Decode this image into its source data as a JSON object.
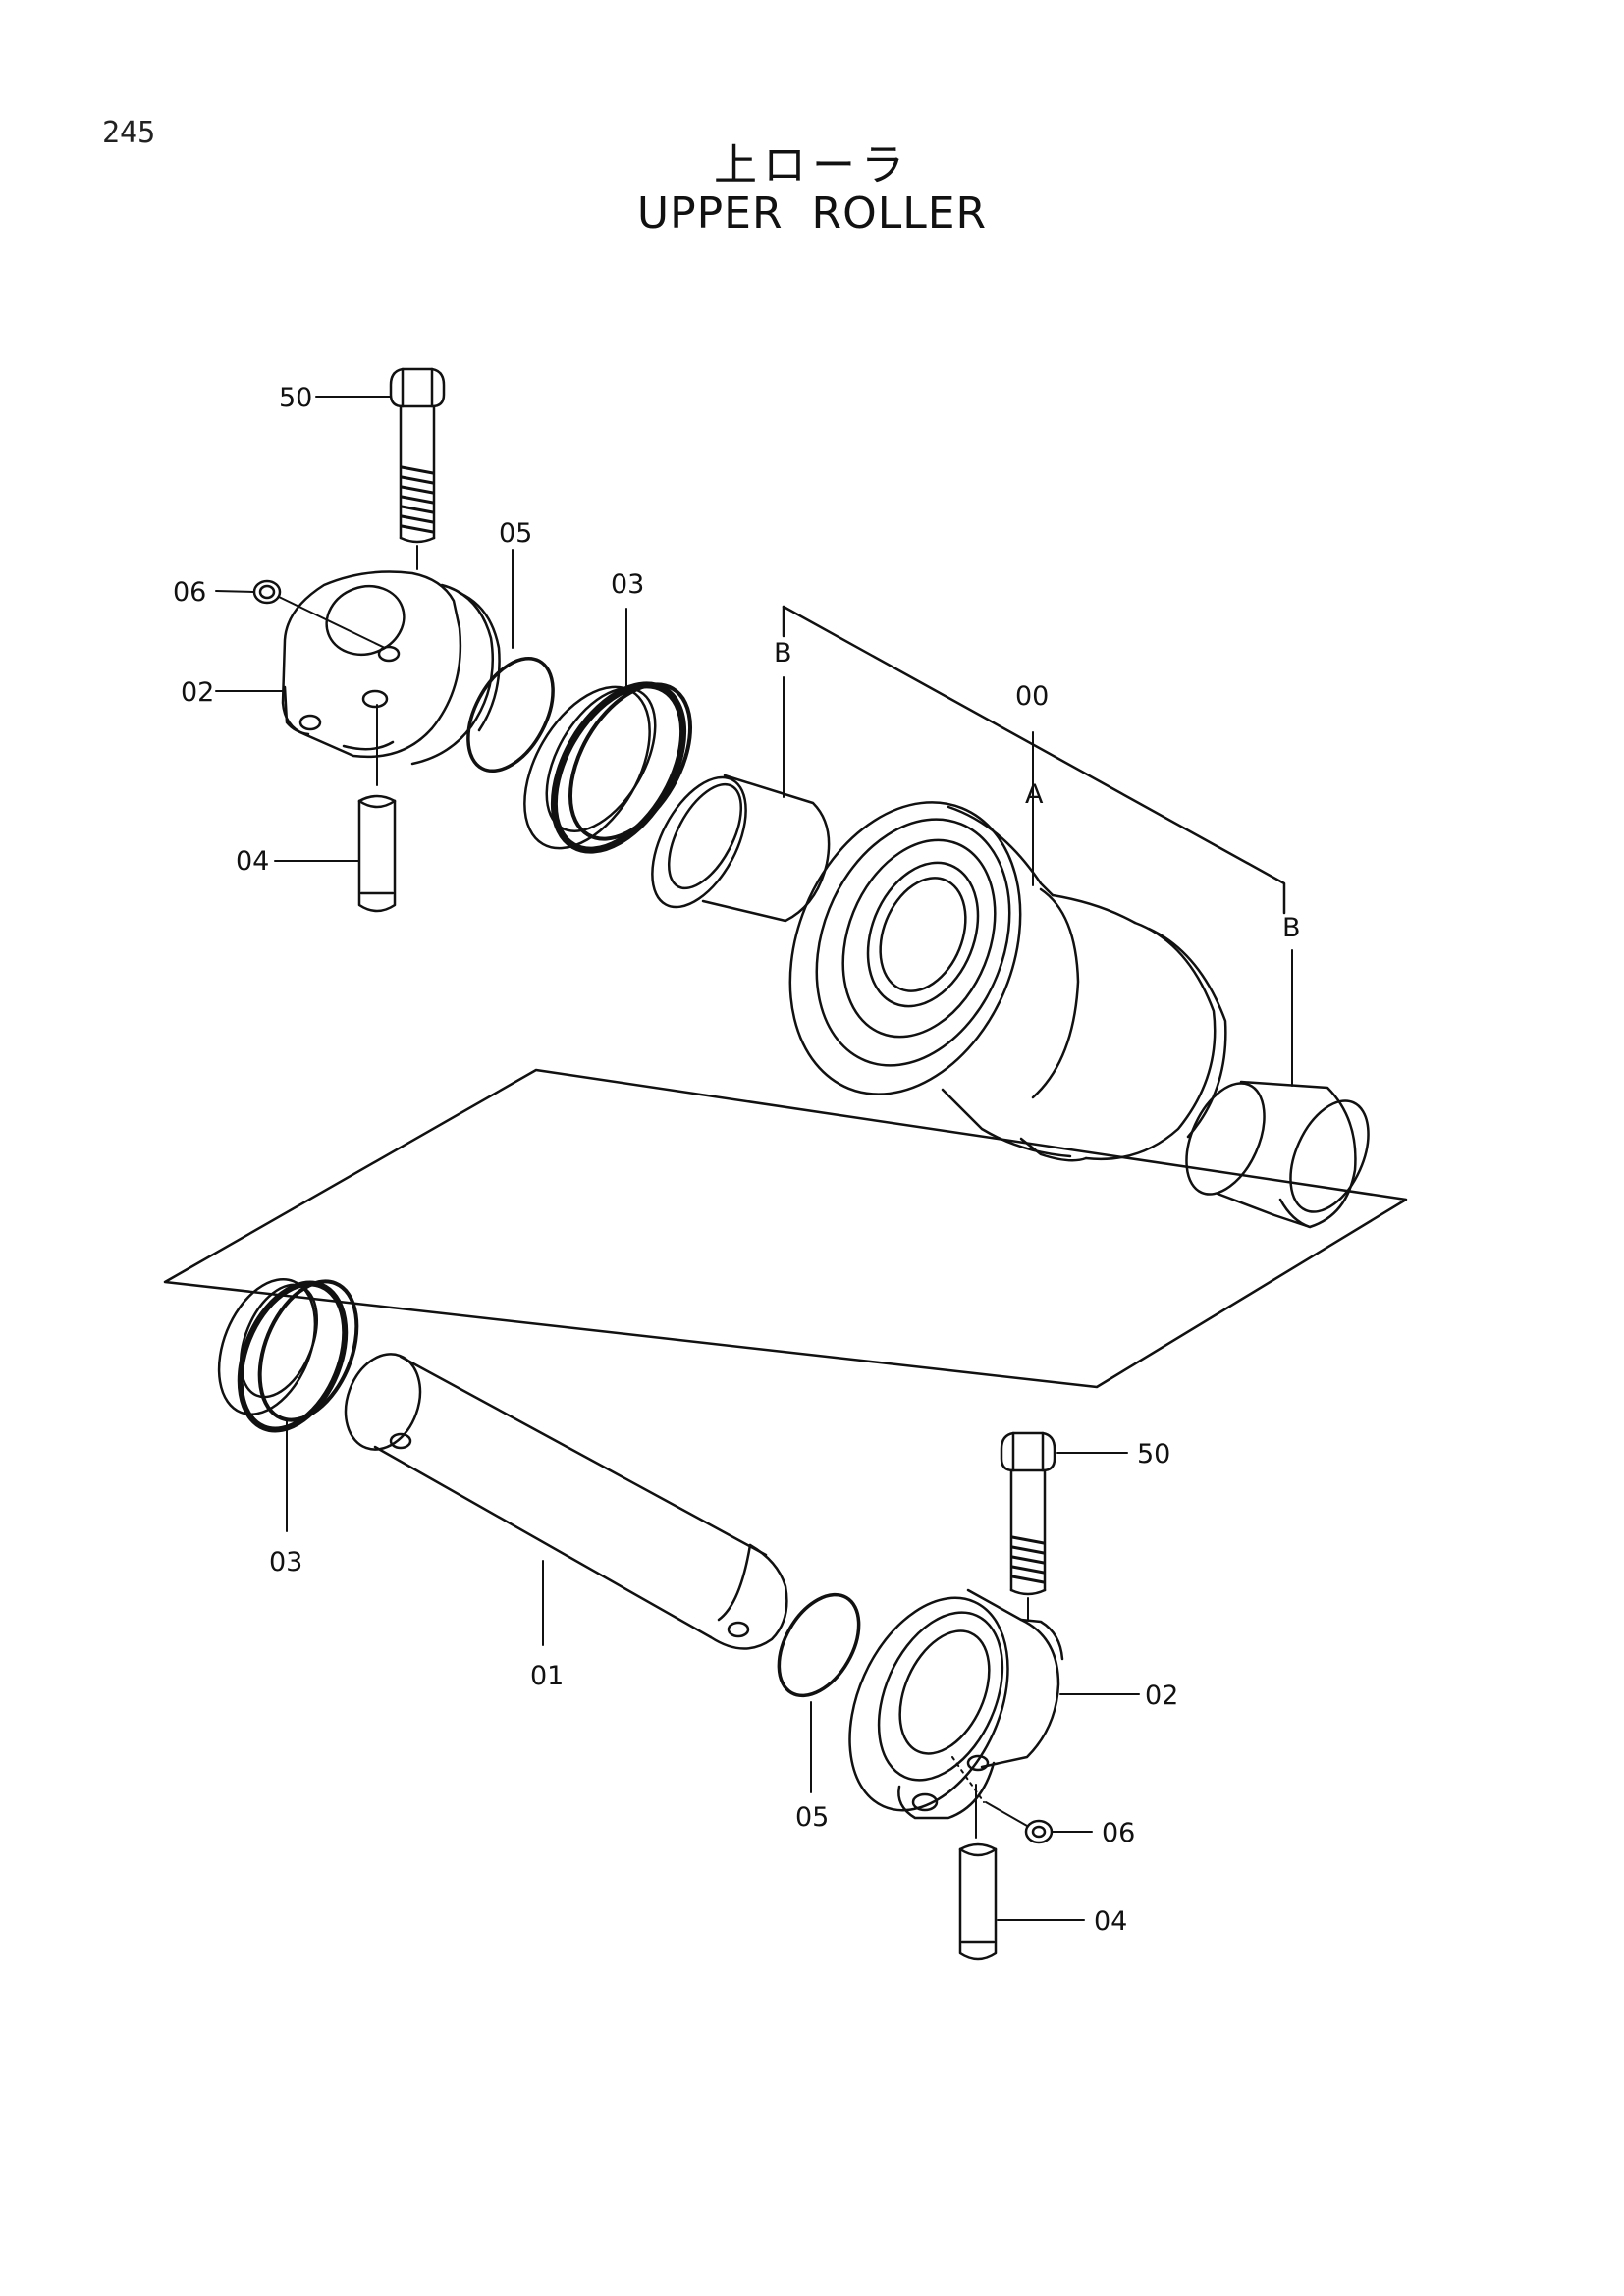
{
  "page": {
    "number": "245"
  },
  "title": {
    "japanese": "上ローラ",
    "english": "UPPER ROLLER"
  },
  "callouts": {
    "c50_top": "50",
    "c06_top": "06",
    "c02_top": "02",
    "c04_top": "04",
    "c05_top": "05",
    "c03_top": "03",
    "cB_left": "B",
    "c00": "00",
    "cA": "A",
    "cB_right": "B",
    "c03_bottom": "03",
    "c01": "01",
    "c05_bottom": "05",
    "c50_bottom": "50",
    "c02_bottom": "02",
    "c06_bottom": "06",
    "c04_bottom": "04"
  },
  "colors": {
    "ink": "#111111",
    "paper": "#ffffff"
  }
}
